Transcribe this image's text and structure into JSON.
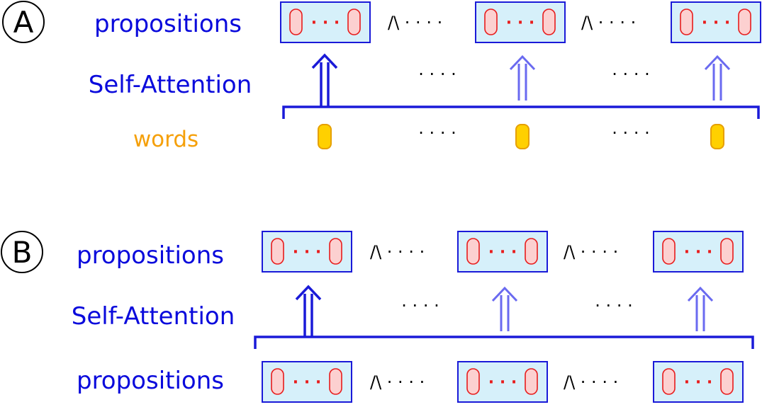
{
  "panel_a": {
    "marker": "A",
    "top_label": "propositions",
    "middle_label": "Self-Attention",
    "bottom_label": "words",
    "top_dots": [
      "· · ·",
      "· · ·",
      "· · ·"
    ],
    "connectors": [
      "/\\ · · · ·",
      "/\\ · · · ·"
    ],
    "middle_dots": [
      "· · · ·",
      "· · · ·"
    ],
    "bottom_dots": [
      "· · · ·",
      "· · · ·"
    ]
  },
  "panel_b": {
    "marker": "B",
    "top_label": "propositions",
    "middle_label": "Self-Attention",
    "bottom_label": "propositions",
    "top_dots": [
      "· · ·",
      "· · ·",
      "· · ·"
    ],
    "top_connectors": [
      "/\\ · · · ·",
      "/\\ · · · ·"
    ],
    "middle_dots": [
      "· · · ·",
      "· · · ·"
    ],
    "bottom_dots": [
      "· · ·",
      "· · ·",
      "· · ·"
    ],
    "bottom_connectors": [
      "/\\ · · · ·",
      "/\\ · · · ·"
    ]
  },
  "colors": {
    "label_blue": "#0a0adc",
    "word_orange": "#f5a00a",
    "box_fill": "#d6f0fa",
    "box_stroke": "#1a1ad8",
    "pill_fill": "#fcd0d0",
    "pill_stroke": "#e81c1c",
    "arrow_light": "#6a6af0",
    "token_fill": "#ffd000",
    "token_stroke": "#e6a000"
  }
}
